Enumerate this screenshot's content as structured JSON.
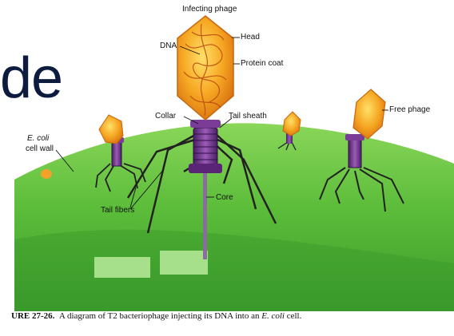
{
  "slide": {
    "partial_title": "de"
  },
  "labels": {
    "infecting_phage": "Infecting phage",
    "head": "Head",
    "dna": "DNA",
    "protein_coat": "Protein coat",
    "collar": "Collar",
    "tail_sheath": "Tail sheath",
    "free_phage": "Free phage",
    "ecoli_name": "E. coli",
    "cell_wall": "cell wall",
    "tail_fibers": "Tail fibers",
    "core": "Core"
  },
  "caption": {
    "figure_number": "URE 27-26.",
    "text_before": "A diagram of T2 bacteriophage injecting its DNA into an",
    "organism": "E. coli",
    "text_after": "cell."
  },
  "colors": {
    "cell_green": "#4fb535",
    "head_orange": "#f3a21f",
    "tail_purple": "#6b2f86",
    "title_navy": "#0d1b3e"
  }
}
